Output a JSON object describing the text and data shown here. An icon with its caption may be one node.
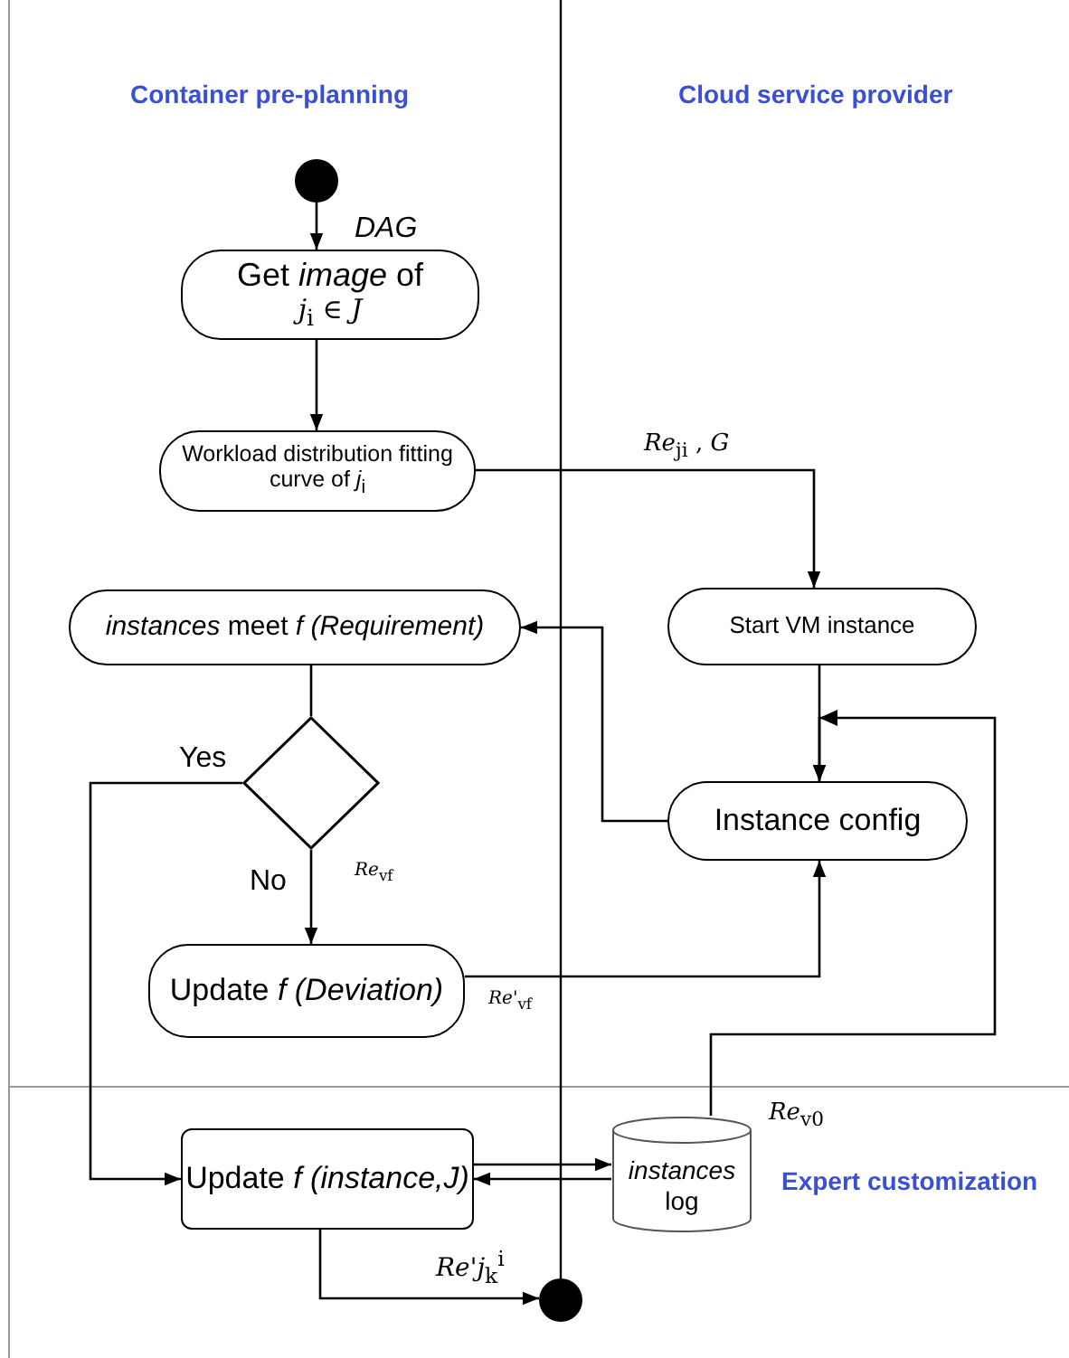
{
  "diagram": {
    "nodes": [
      {
        "text": [],
        "shape": "circle"
      },
      {
        "text": [
          "Get *image* of",
          "*j*$_{i}$ ∈ *J*"
        ]
      },
      {
        "text": [
          "Workload distribution fitting curve of *j*$_{i}$"
        ]
      },
      {
        "text": [
          "*instances* meet *f (Requirement)*"
        ]
      },
      {
        "text": [],
        "shape": "diamond"
      },
      {
        "text": [
          "Update *f (Deviation)*"
        ]
      },
      {
        "text": [
          "Update *f (instance,J)*"
        ]
      },
      {
        "text": [
          "Start VM instance"
        ]
      },
      {
        "text": [
          "Instance config"
        ]
      },
      {
        "text": [
          "*instances* log"
        ]
      },
      {
        "text": [],
        "shape": "circle"
      }
    ],
    "edges": [
      {
        "from": 0,
        "to": 1,
        "arrow": "to",
        "label": "DAG"
      },
      {
        "from": 1,
        "to": 2,
        "arrow": "to"
      },
      {
        "from": 2,
        "to": 7,
        "arrow": "to",
        "label": "*Re*$_{ji}$ , *G*"
      },
      {
        "from": 8,
        "to": 3,
        "arrow": "to"
      },
      {
        "from": 3,
        "to": 4,
        "arrow": "none"
      },
      {
        "from": 4,
        "to": 6,
        "arrow": "to",
        "label": "Yes"
      },
      {
        "from": 4,
        "to": 5,
        "arrow": "to",
        "label": "No"
      },
      {
        "from": 7,
        "to": 8,
        "arrow": "to"
      },
      {
        "from": 5,
        "to": 8,
        "arrow": "to"
      },
      {
        "from": 9,
        "to": 8,
        "arrow": "to"
      },
      {
        "from": 6,
        "to": 9,
        "arrow": "to"
      },
      {
        "from": 9,
        "to": 6,
        "arrow": "to"
      },
      {
        "from": 6,
        "to": 10,
        "arrow": "to",
        "label": "*Re*'*j*$_{k}$$^{i}$"
      }
    ],
    "labels": [
      "Container pre-planning",
      "Cloud service provider",
      "*Re*$_{vf}$",
      "*Re*'$_{vf}$",
      "*Re*$_{v0}$",
      "Expert customization"
    ]
  }
}
